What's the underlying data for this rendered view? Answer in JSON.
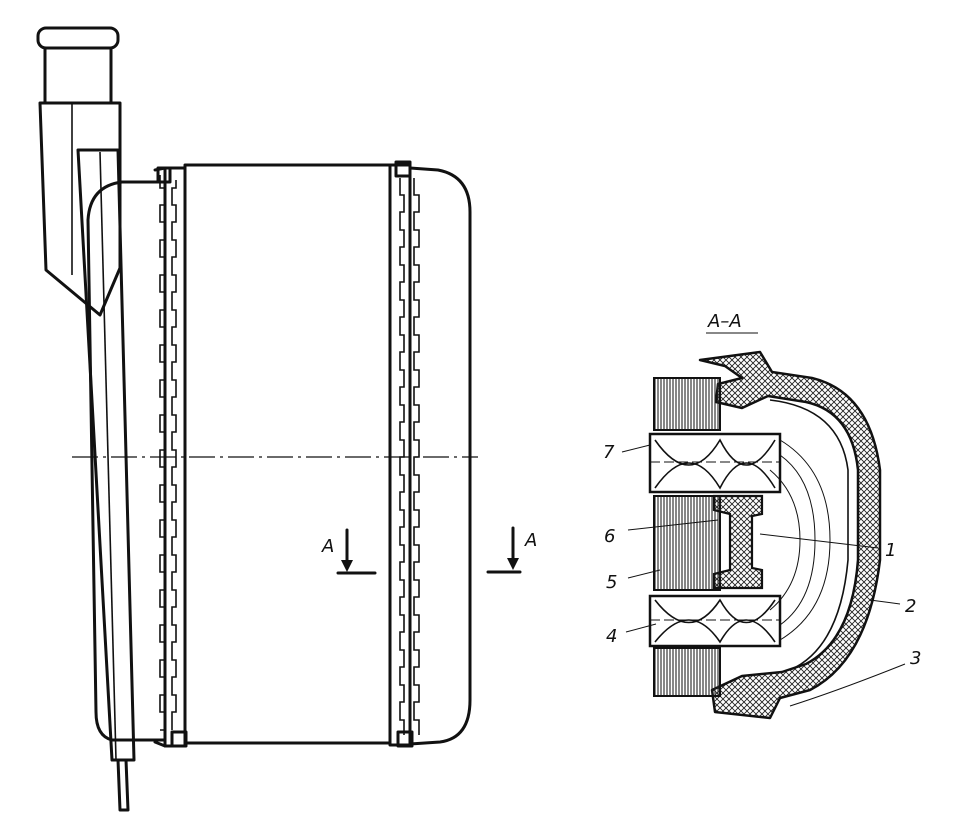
{
  "section": {
    "title": "A–A"
  },
  "cut_marks": {
    "left": "A",
    "right": "A"
  },
  "callouts": [
    "1",
    "2",
    "3",
    "4",
    "5",
    "6",
    "7"
  ]
}
